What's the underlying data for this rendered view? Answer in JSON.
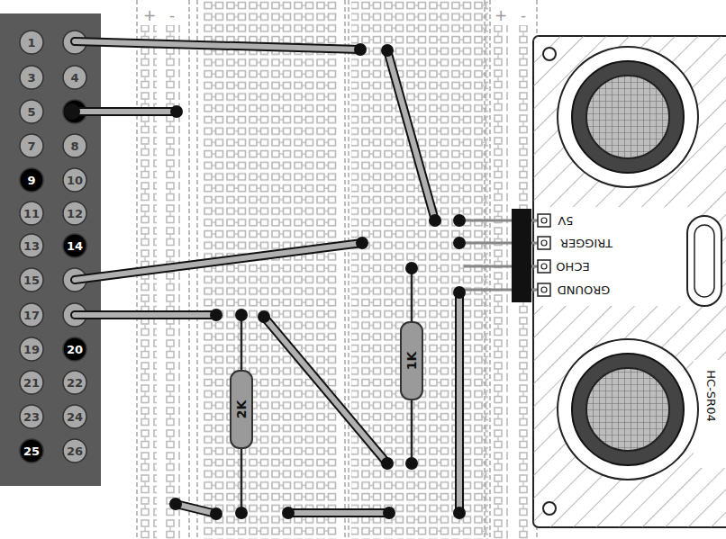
{
  "diagram": {
    "labels": [
      "1",
      "3",
      "4",
      "5",
      "7",
      "8",
      "9",
      "10",
      "11",
      "12",
      "13",
      "14",
      "15",
      "17",
      "19",
      "20",
      "21",
      "22",
      "23",
      "24",
      "25",
      "26",
      "+",
      "-",
      "+",
      "-",
      "5V",
      "TRIGGER",
      "ECHO",
      "GROUND",
      "HC-SR04",
      "2K",
      "1K"
    ]
  }
}
